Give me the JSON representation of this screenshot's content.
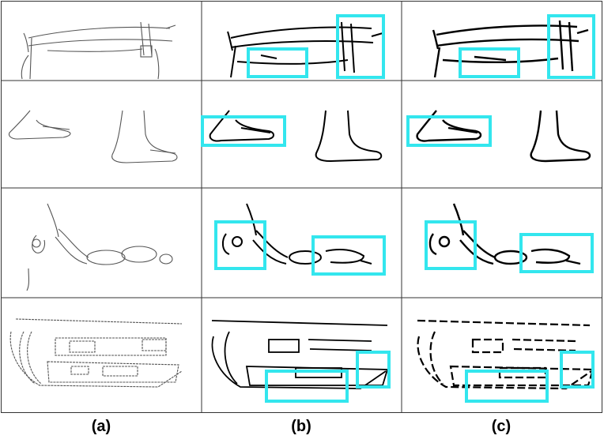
{
  "columns": [
    {
      "label": "(a)"
    },
    {
      "label": "(b)"
    },
    {
      "label": "(c)"
    }
  ],
  "rows": [
    {
      "subject": "waist-belt"
    },
    {
      "subject": "feet"
    },
    {
      "subject": "eye-and-arm"
    },
    {
      "subject": "car-front"
    }
  ],
  "colors": {
    "highlight_box": "#33E6EE",
    "line_thin": "#666666",
    "line_thick": "#000000",
    "grid": "#333333"
  }
}
